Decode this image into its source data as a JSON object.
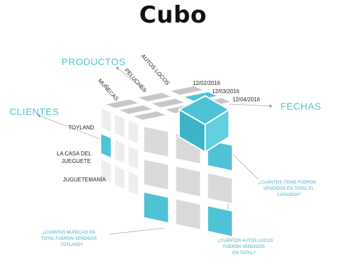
{
  "title": "Cubo",
  "axes": {
    "productos": "PRODUCTOS",
    "clientes": "CLIENTES",
    "fechas": "FECHAS"
  },
  "productos": [
    "AUTOS LOCOS",
    "PELUCHES",
    "MUÑECAS"
  ],
  "fechas": [
    "12/02/2016",
    "12/03/2016",
    "12/04/2016"
  ],
  "clientes": [
    "TOYLAND",
    "LA CASA DEL",
    "JUEGUETE",
    "JUGUETEMANÍA"
  ],
  "questions": {
    "items": [
      "¿CUÁNTOS ÍTEMS FUERON",
      "VENDIDOS EN TOTAL EL",
      "12/03/2016?"
    ],
    "munecas": [
      "¿CUÁNTAS MUÑECAS EN",
      "TOTAL FUERON VENDIDAS",
      "TOYLAND?"
    ],
    "autos": [
      "¿CUÁNTOS AUTOS LOCOS",
      "FUERON VENDIDOS",
      "EN TOTAL?"
    ]
  },
  "colors": {
    "accent": "#4fc3d6",
    "cube_top": "#c7c7c7",
    "cube_left": "#eeeeee",
    "cube_right": "#d9d9d9"
  }
}
